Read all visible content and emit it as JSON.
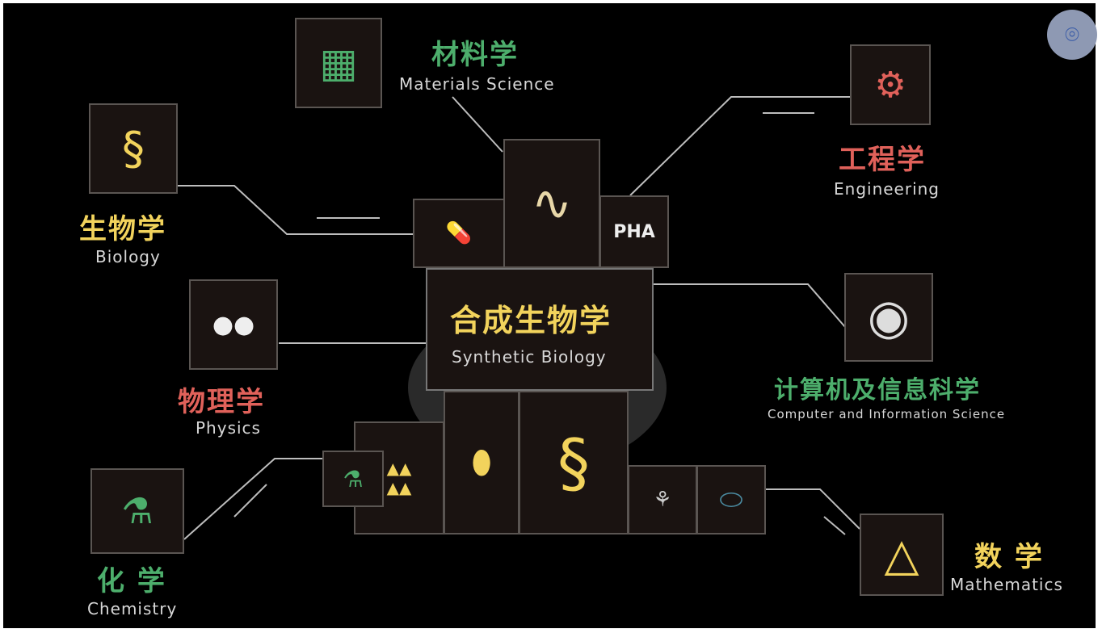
{
  "center": {
    "zh": "合成生物学",
    "en": "Synthetic Biology"
  },
  "fields": [
    {
      "zh": "材料学",
      "en": "Materials Science"
    },
    {
      "zh": "生物学",
      "en": "Biology"
    },
    {
      "zh": "物理学",
      "en": "Physics"
    },
    {
      "zh": "化 学",
      "en": "Chemistry"
    },
    {
      "zh": "工程学",
      "en": "Engineering"
    },
    {
      "zh": "计算机及信息科学",
      "en": "Computer and Information Science"
    },
    {
      "zh": "数 学",
      "en": "Mathematics"
    }
  ],
  "tiles": {
    "pha": "PHA"
  },
  "colors": {
    "yellow": "#f2d35c",
    "green": "#4dae6c",
    "red": "#e0615a",
    "background": "#000000"
  }
}
